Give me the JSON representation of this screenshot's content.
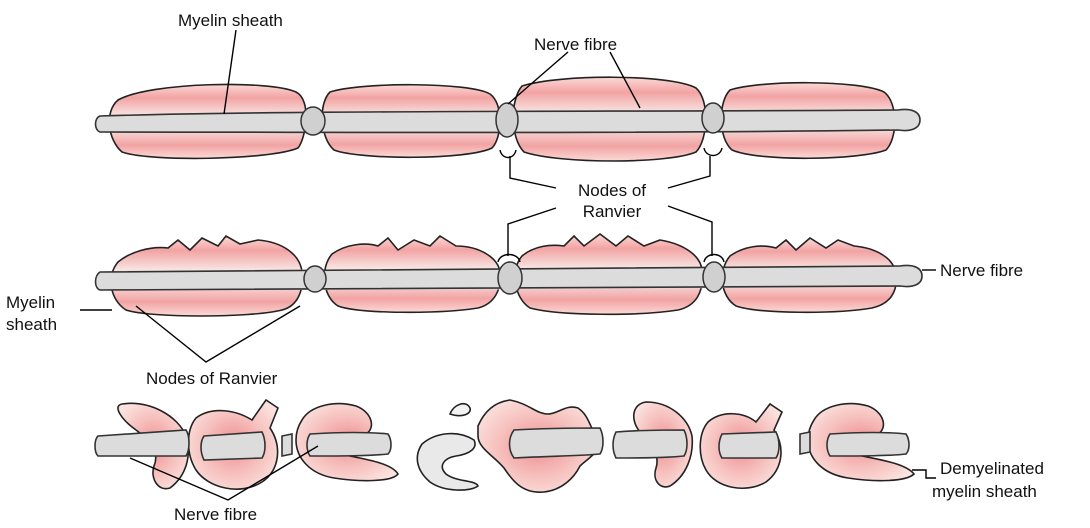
{
  "colors": {
    "myelin_outer": "#f9d3cf",
    "myelin_inner": "#ef8f92",
    "myelin_core": "#f6e7e4",
    "fibre": "#d9d9d9",
    "outline": "#222222"
  },
  "panels": {
    "healthy": {
      "label_myelin": "Myelin sheath",
      "label_fibre": "Nerve fibre"
    },
    "shared": {
      "label_nodes_line1": "Nodes of",
      "label_nodes_line2": "Ranvier"
    },
    "damaged": {
      "label_fibre": "Nerve fibre",
      "label_myelin_line1": "Myelin",
      "label_myelin_line2": "sheath",
      "label_nodes": "Nodes of Ranvier"
    },
    "demyelinated": {
      "label_fibre": "Nerve fibre",
      "label_sheath_line1": "Demyelinated",
      "label_sheath_line2": "myelin sheath"
    }
  }
}
